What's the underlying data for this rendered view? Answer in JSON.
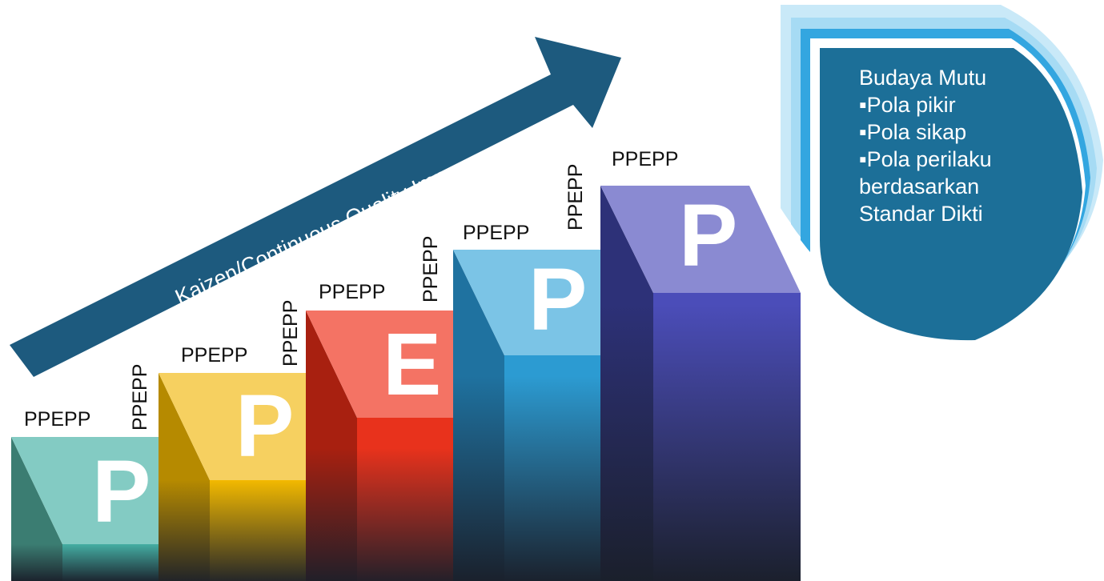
{
  "arrow": {
    "text": "Kaizen/Continuous Quality Improvement"
  },
  "step_label": "PPEPP",
  "steps": [
    {
      "letter": "P",
      "top_color": "#83cbc3",
      "front_color": "#44ada2",
      "side_color": "#3b7d72"
    },
    {
      "letter": "P",
      "top_color": "#f6d060",
      "front_color": "#f2b900",
      "side_color": "#b68a00"
    },
    {
      "letter": "E",
      "top_color": "#f47364",
      "front_color": "#e8321c",
      "side_color": "#a82010"
    },
    {
      "letter": "P",
      "top_color": "#7bc4e6",
      "front_color": "#2c9bd2",
      "side_color": "#1f72a0"
    },
    {
      "letter": "P",
      "top_color": "#8a8ad2",
      "front_color": "#4b4db9",
      "side_color": "#2d3178"
    }
  ],
  "info_box": {
    "title": "Budaya Mutu",
    "bullets": [
      "Pola pikir",
      "Pola sikap",
      "Pola perilaku"
    ],
    "footer": [
      "berdasarkan",
      "Standar Dikti"
    ],
    "bullet_glyph": "▪",
    "fill_color": "#1c6f98"
  },
  "colors": {
    "arrow": "#1d5a7e",
    "text": "#111111",
    "shadow_dark": "#1a1f2a"
  }
}
